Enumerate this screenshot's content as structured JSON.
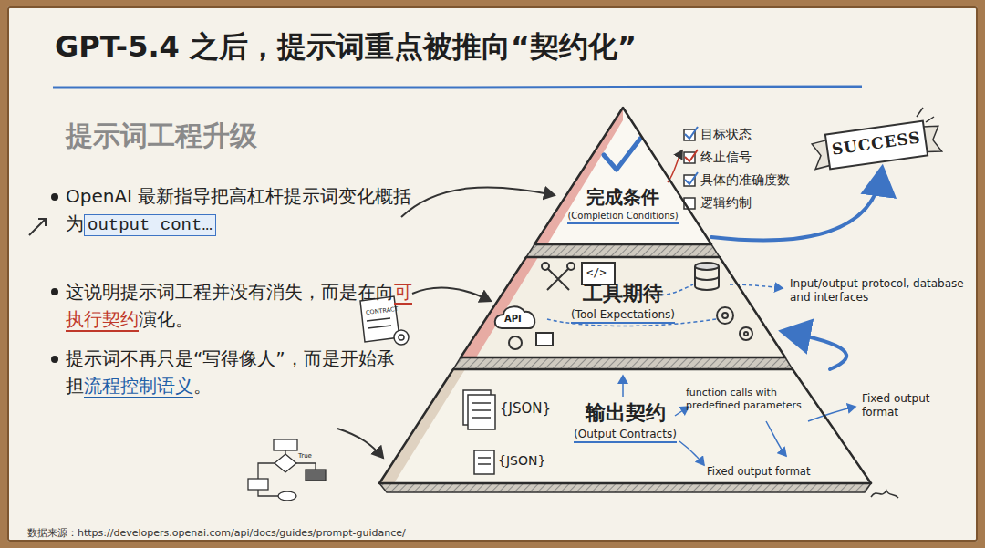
{
  "diagram": {
    "title": "GPT-5.4 之后，提示词重点被推向“契约化”",
    "nodes": [
      {
        "text": [
          "完成条件",
          "(Completion Conditions)"
        ]
      },
      {
        "text": [
          "工具期待",
          "(Tool Expectations)"
        ]
      },
      {
        "text": [
          "输出契约",
          "(Output Contracts)"
        ]
      },
      {
        "text": [
          "SUCCESS"
        ]
      }
    ],
    "edges": [
      {
        "from": 0,
        "to": 3,
        "arrow": "to"
      },
      {
        "from": 2,
        "to": 1,
        "arrow": "to"
      }
    ],
    "labels": [
      "提示词工程升级",
      "OpenAI 最新指导把高杠杆提示词变化概括为",
      "output cont…",
      "这说明提示词工程并没有消失，而是在向",
      "可执行契约",
      "演化。",
      "提示词不再只是“写得像人”，而是开始承担",
      "流程控制语义",
      "。",
      "目标状态",
      "终止信号",
      "具体的准确度数",
      "逻辑约制",
      "Input/output protocol, database and interfaces",
      "function calls with predefined parameters",
      "Fixed output format",
      "Fixed output format",
      "{JSON}",
      "{JSON}",
      "API",
      "</>",
      "CONTRACT",
      "True",
      "数据来源：https://developers.openai.com/api/docs/guides/prompt-guidance/"
    ]
  }
}
